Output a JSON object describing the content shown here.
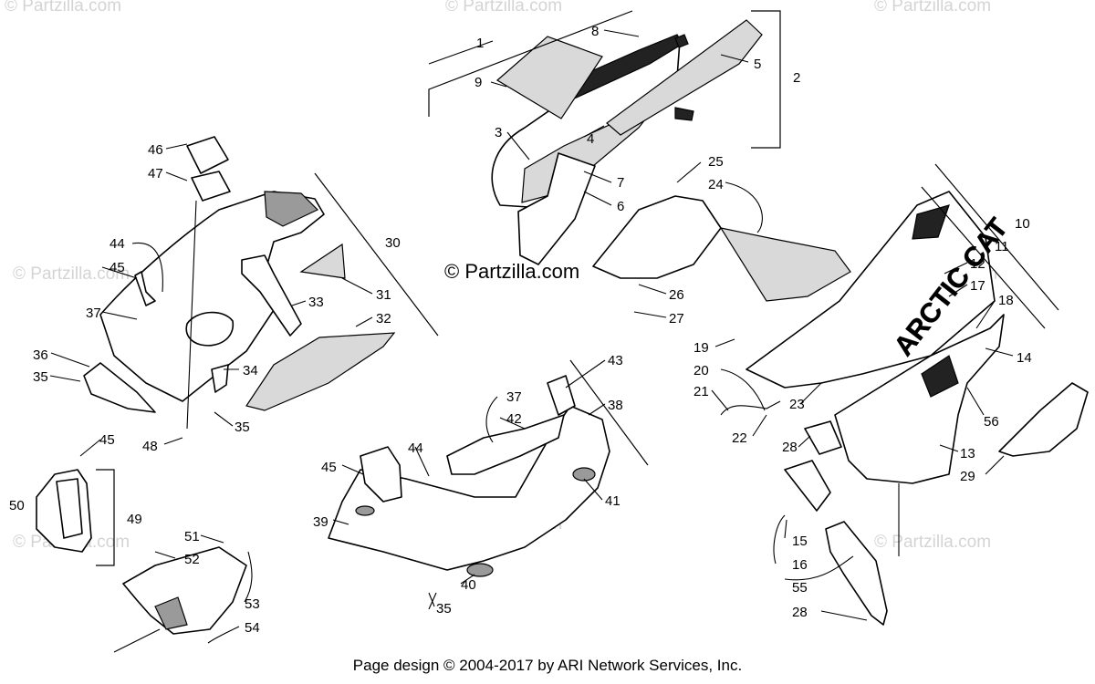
{
  "watermark": "© Partzilla.com",
  "brand_decal": "ARCTIC CAT",
  "footer": "Page design © 2004-2017 by ARI Network Services, Inc.",
  "callouts": {
    "c1": "1",
    "c2": "2",
    "c3": "3",
    "c4": "4",
    "c5": "5",
    "c6": "6",
    "c7": "7",
    "c8": "8",
    "c9": "9",
    "c10": "10",
    "c11": "11",
    "c12": "12",
    "c13": "13",
    "c14": "14",
    "c15": "15",
    "c16": "16",
    "c17": "17",
    "c18": "18",
    "c19": "19",
    "c20": "20",
    "c21": "21",
    "c22": "22",
    "c23": "23",
    "c24": "24",
    "c25": "25",
    "c26": "26",
    "c27": "27",
    "c28a": "28",
    "c28b": "28",
    "c29": "29",
    "c30": "30",
    "c31": "31",
    "c32": "32",
    "c33": "33",
    "c34": "34",
    "c35a": "35",
    "c35b": "35",
    "c35c": "35",
    "c36": "36",
    "c37a": "37",
    "c37b": "37",
    "c38": "38",
    "c39": "39",
    "c40": "40",
    "c41": "41",
    "c42": "42",
    "c43": "43",
    "c44a": "44",
    "c44b": "44",
    "c45a": "45",
    "c45b": "45",
    "c45c": "45",
    "c46": "46",
    "c47": "47",
    "c48": "48",
    "c49": "49",
    "c50": "50",
    "c51": "51",
    "c52": "52",
    "c53": "53",
    "c54": "54",
    "c55": "55",
    "c56": "56"
  }
}
